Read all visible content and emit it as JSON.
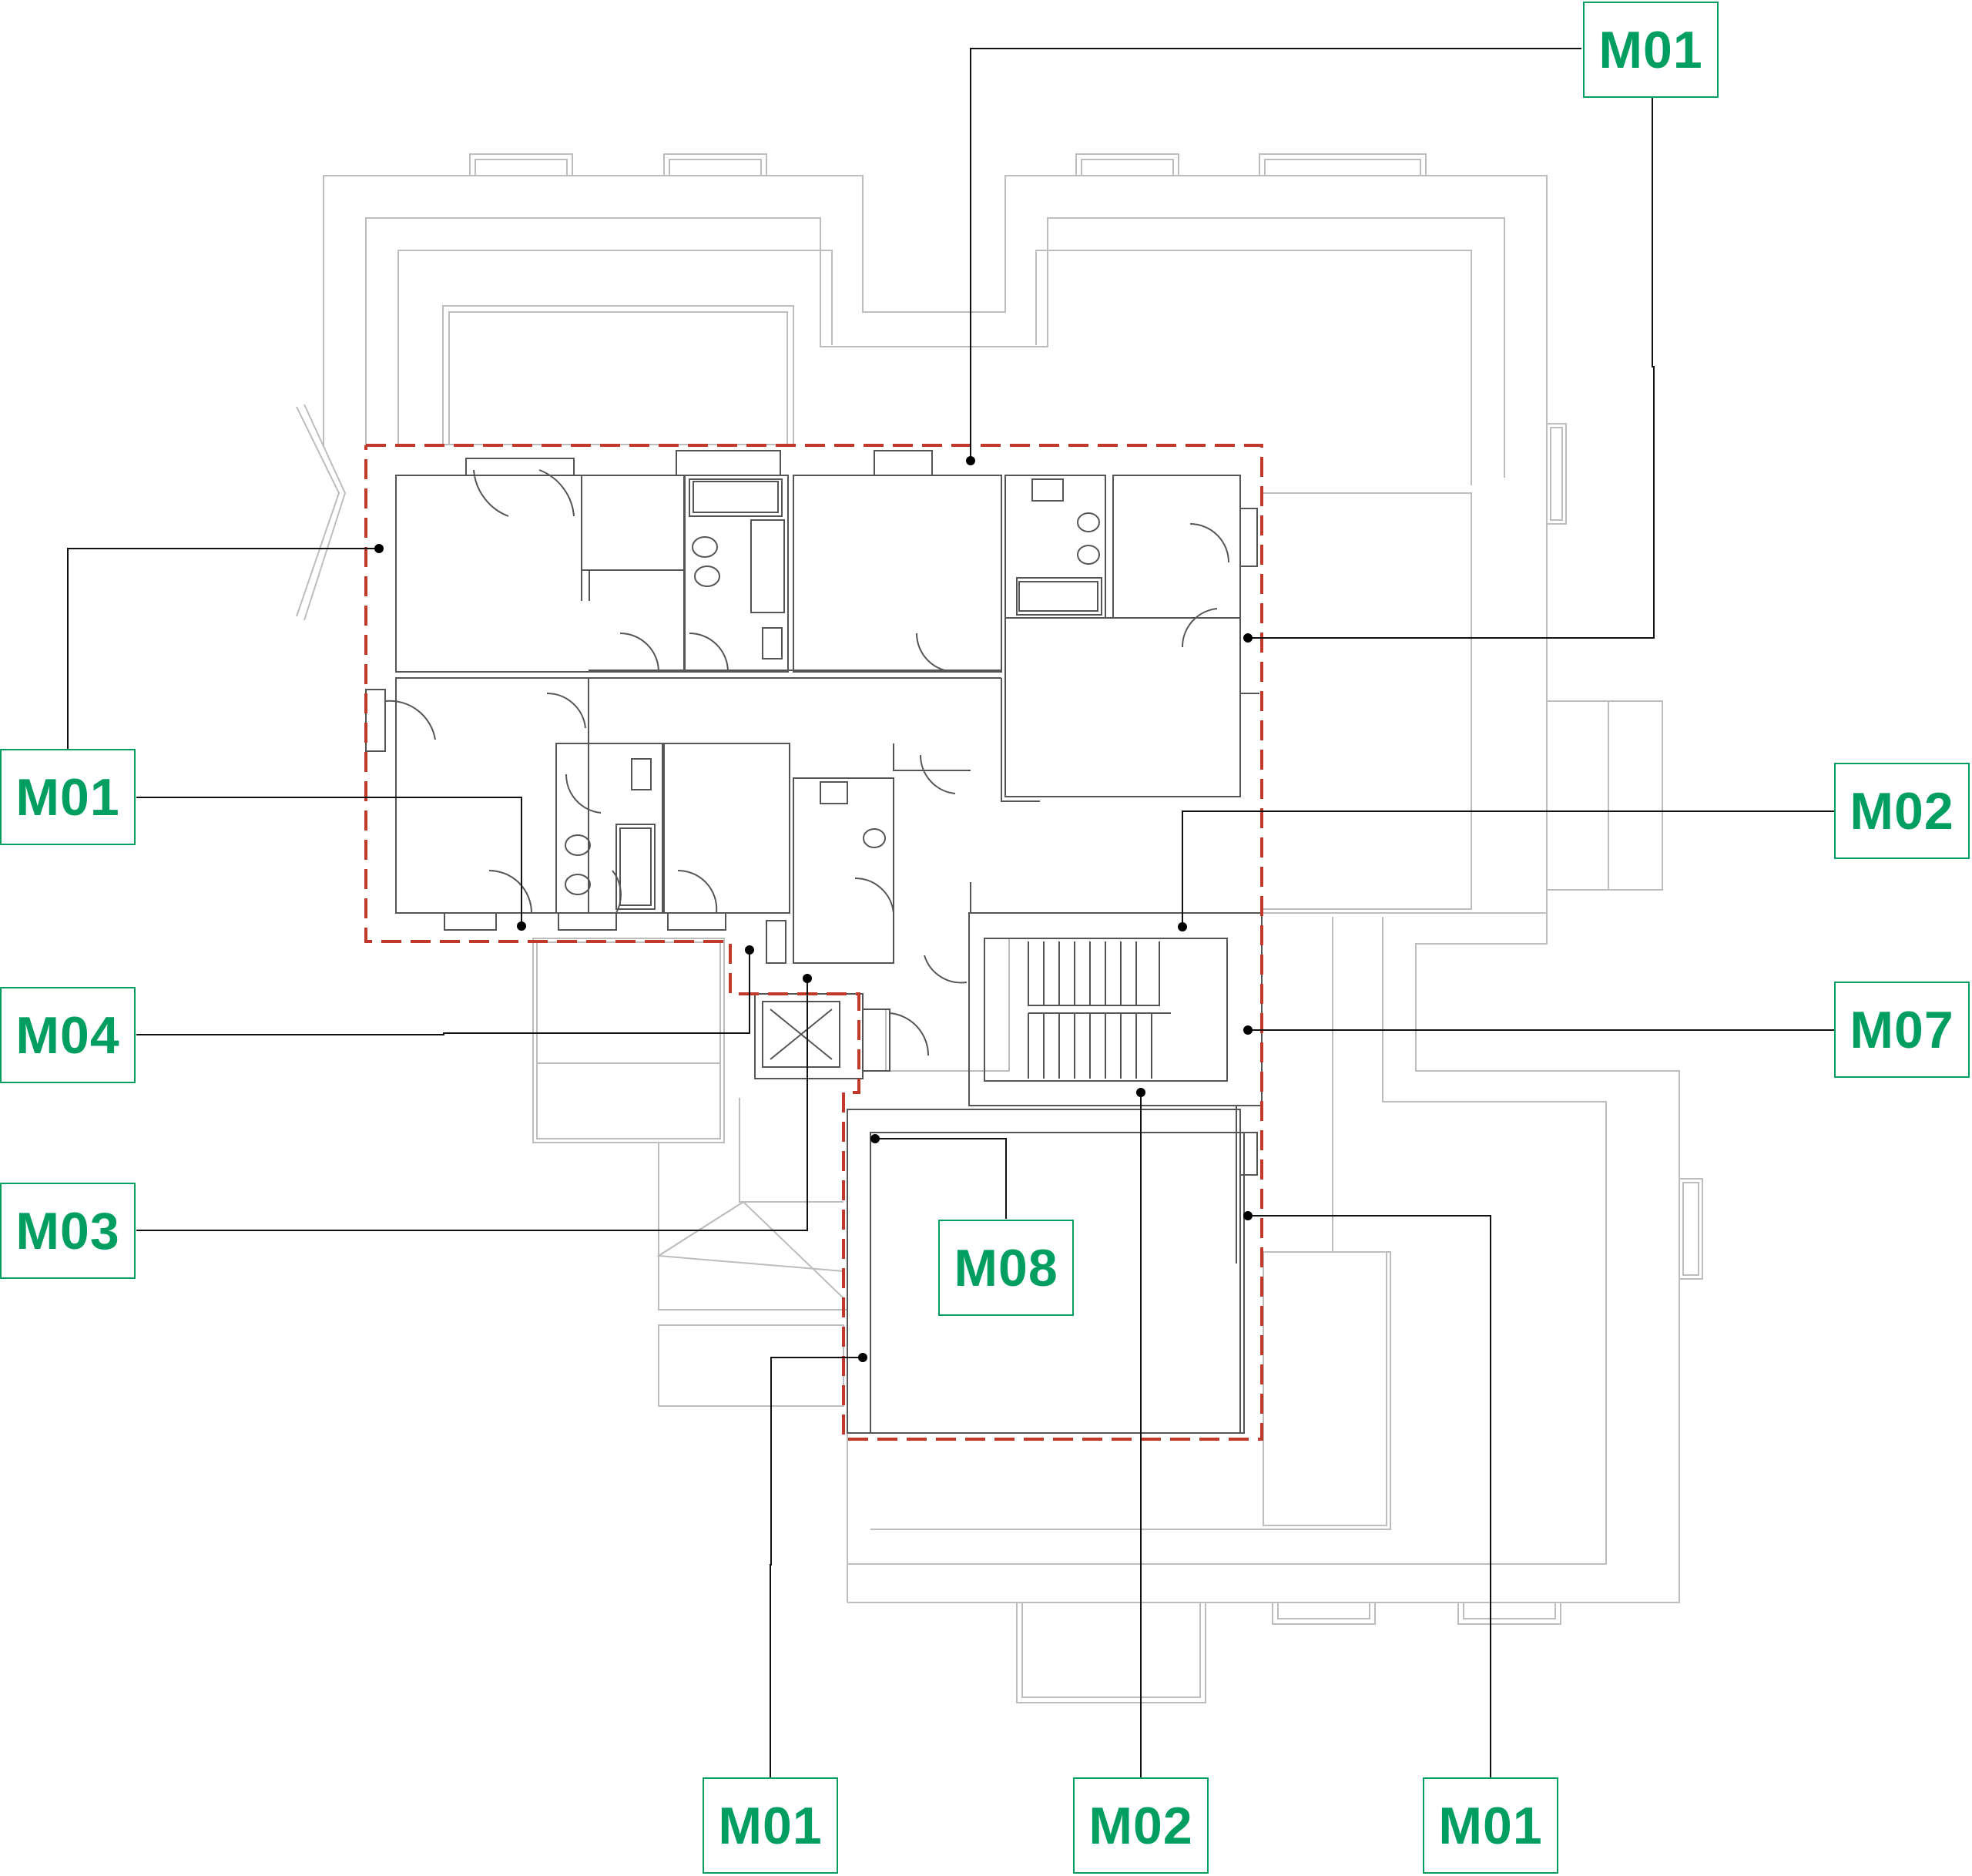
{
  "colors": {
    "label": "#009e60",
    "boundary": "#c0392b",
    "walls": "#555555",
    "context": "#bbbbbb",
    "leader": "#111111"
  },
  "labels": [
    {
      "id": "m01-top",
      "text": "M01"
    },
    {
      "id": "m01-left",
      "text": "M01"
    },
    {
      "id": "m02-right",
      "text": "M02"
    },
    {
      "id": "m04-left",
      "text": "M04"
    },
    {
      "id": "m07-right",
      "text": "M07"
    },
    {
      "id": "m03-left",
      "text": "M03"
    },
    {
      "id": "m08-center",
      "text": "M08"
    },
    {
      "id": "m01-bottom-left",
      "text": "M01"
    },
    {
      "id": "m02-bottom",
      "text": "M02"
    },
    {
      "id": "m01-bottom-right",
      "text": "M01"
    }
  ]
}
